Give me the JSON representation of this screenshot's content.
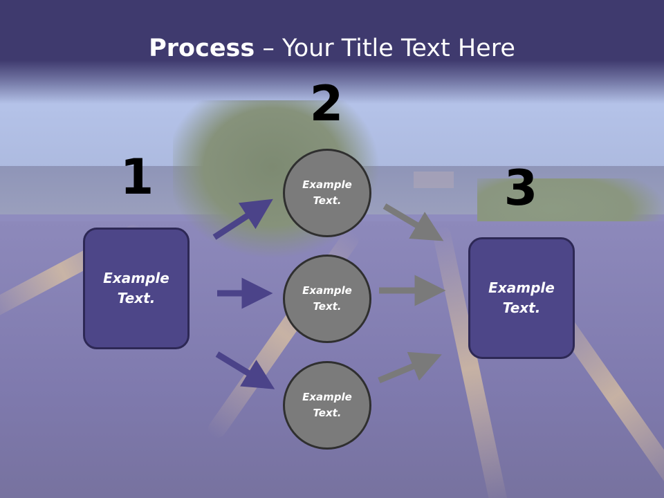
{
  "title": {
    "bold": "Process",
    "rest": " – Your Title Text Here"
  },
  "steps": {
    "one": "1",
    "two": "2",
    "three": "3"
  },
  "left_box": {
    "line1": "Example",
    "line2": "Text."
  },
  "right_box": {
    "line1": "Example",
    "line2": "Text."
  },
  "circles": [
    {
      "line1": "Example",
      "line2": "Text."
    },
    {
      "line1": "Example",
      "line2": "Text."
    },
    {
      "line1": "Example",
      "line2": "Text."
    }
  ],
  "colors": {
    "header": "#3f3a6e",
    "box": "#4d4688",
    "circle": "#7b7b7b",
    "arrow_purple": "#4b4389",
    "arrow_gray": "#7a7a7a"
  }
}
